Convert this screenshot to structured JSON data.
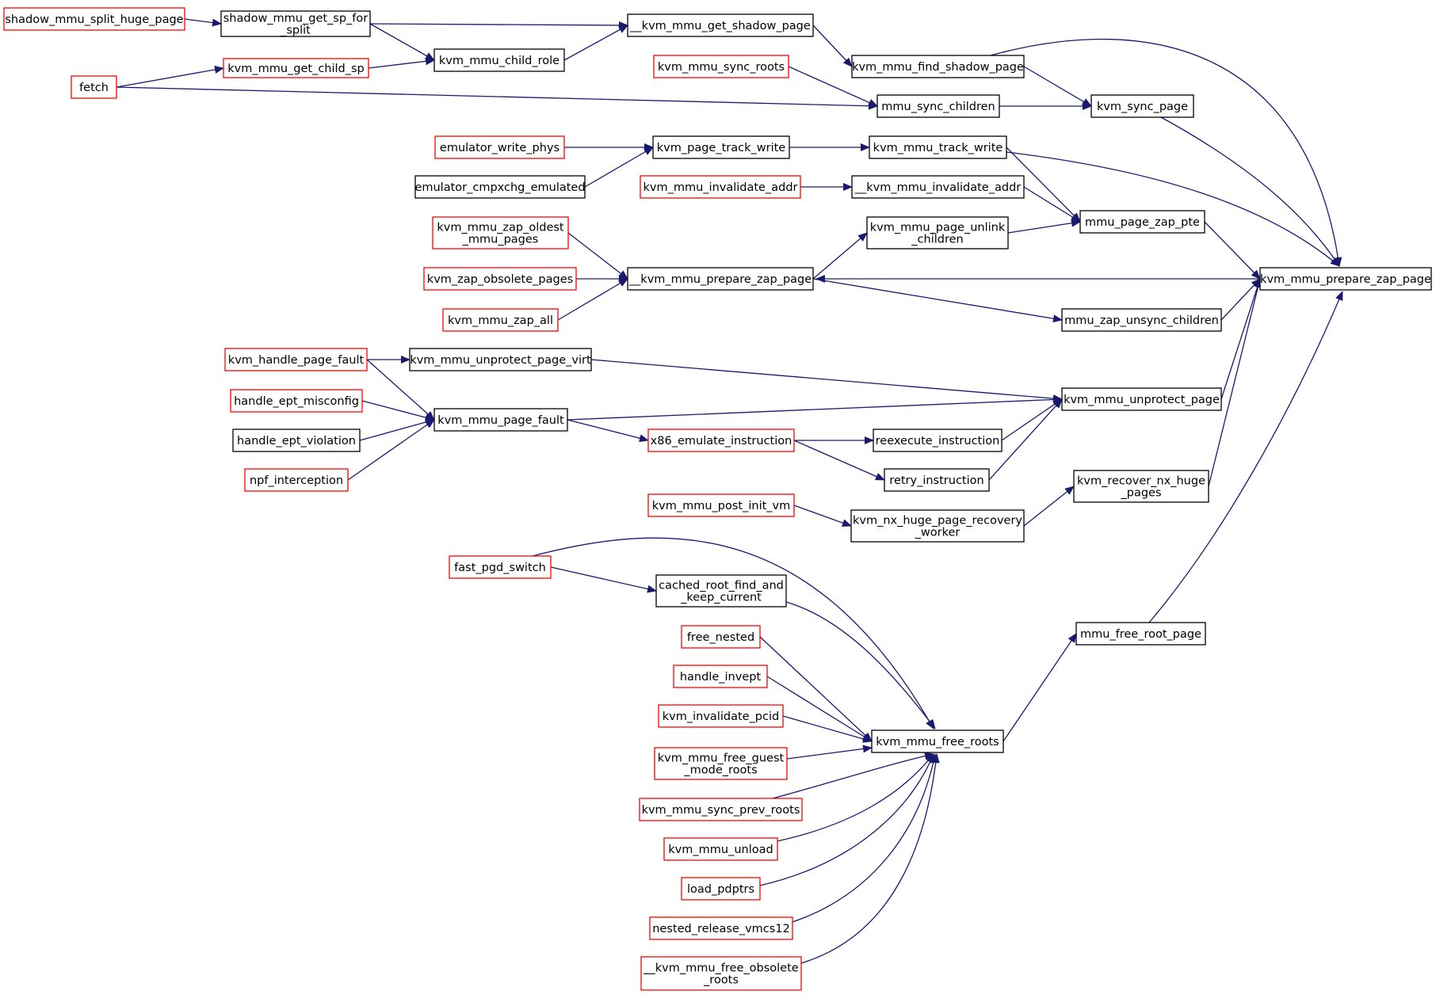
{
  "colors": {
    "edge": "#191970",
    "node_border_default": "#000000",
    "node_border_truncated": "#ff0000",
    "node_fill_focus": "#bfbfbf",
    "node_fill": "#ffffff"
  },
  "nodes": {
    "n_target": {
      "lines": [
        "kvm_mmu_prepare_zap_page"
      ],
      "style": "focus"
    },
    "n_prep_zap": {
      "lines": [
        "__kvm_mmu_prepare_zap_page"
      ],
      "style": "normal"
    },
    "n_get_shadow": {
      "lines": [
        "__kvm_mmu_get_shadow_page"
      ],
      "style": "normal"
    },
    "n_find_shadow": {
      "lines": [
        "kvm_mmu_find_shadow_page"
      ],
      "style": "normal"
    },
    "n_sync_page": {
      "lines": [
        "kvm_sync_page"
      ],
      "style": "normal"
    },
    "n_mmu_sync_children": {
      "lines": [
        "mmu_sync_children"
      ],
      "style": "normal"
    },
    "n_sync_roots": {
      "lines": [
        "kvm_mmu_sync_roots"
      ],
      "style": "truncated"
    },
    "n_sp_for_split": {
      "lines": [
        "shadow_mmu_get_sp_for",
        "_split"
      ],
      "style": "normal"
    },
    "n_split_huge": {
      "lines": [
        "shadow_mmu_split_huge_page"
      ],
      "style": "truncated"
    },
    "n_child_role": {
      "lines": [
        "kvm_mmu_child_role"
      ],
      "style": "normal"
    },
    "n_get_child_sp": {
      "lines": [
        "kvm_mmu_get_child_sp"
      ],
      "style": "truncated"
    },
    "n_fetch": {
      "lines": [
        "fetch"
      ],
      "style": "truncated"
    },
    "n_track_write": {
      "lines": [
        "kvm_mmu_track_write"
      ],
      "style": "normal"
    },
    "n_page_track_write": {
      "lines": [
        "kvm_page_track_write"
      ],
      "style": "normal"
    },
    "n_emu_write_phys": {
      "lines": [
        "emulator_write_phys"
      ],
      "style": "truncated"
    },
    "n_emu_cmpxchg": {
      "lines": [
        "emulator_cmpxchg_emulated"
      ],
      "style": "normal"
    },
    "n_invalidate_addr2": {
      "lines": [
        "__kvm_mmu_invalidate_addr"
      ],
      "style": "normal"
    },
    "n_invalidate_addr": {
      "lines": [
        "kvm_mmu_invalidate_addr"
      ],
      "style": "truncated"
    },
    "n_zap_pte": {
      "lines": [
        "mmu_page_zap_pte"
      ],
      "style": "normal"
    },
    "n_unlink_children": {
      "lines": [
        "kvm_mmu_page_unlink",
        "_children"
      ],
      "style": "normal"
    },
    "n_zap_oldest": {
      "lines": [
        "kvm_mmu_zap_oldest",
        "_mmu_pages"
      ],
      "style": "truncated"
    },
    "n_zap_obsolete": {
      "lines": [
        "kvm_zap_obsolete_pages"
      ],
      "style": "truncated"
    },
    "n_zap_all": {
      "lines": [
        "kvm_mmu_zap_all"
      ],
      "style": "truncated"
    },
    "n_zap_unsync": {
      "lines": [
        "mmu_zap_unsync_children"
      ],
      "style": "normal"
    },
    "n_unprotect_page": {
      "lines": [
        "kvm_mmu_unprotect_page"
      ],
      "style": "normal"
    },
    "n_unprotect_virt": {
      "lines": [
        "kvm_mmu_unprotect_page_virt"
      ],
      "style": "normal"
    },
    "n_handle_pf": {
      "lines": [
        "kvm_handle_page_fault"
      ],
      "style": "truncated"
    },
    "n_page_fault": {
      "lines": [
        "kvm_mmu_page_fault"
      ],
      "style": "normal"
    },
    "n_ept_misconfig": {
      "lines": [
        "handle_ept_misconfig"
      ],
      "style": "truncated"
    },
    "n_ept_violation": {
      "lines": [
        "handle_ept_violation"
      ],
      "style": "normal"
    },
    "n_npf": {
      "lines": [
        "npf_interception"
      ],
      "style": "truncated"
    },
    "n_x86_emulate": {
      "lines": [
        "x86_emulate_instruction"
      ],
      "style": "truncated"
    },
    "n_reexecute": {
      "lines": [
        "reexecute_instruction"
      ],
      "style": "normal"
    },
    "n_retry": {
      "lines": [
        "retry_instruction"
      ],
      "style": "normal"
    },
    "n_recover_nx": {
      "lines": [
        "kvm_recover_nx_huge",
        "_pages"
      ],
      "style": "normal"
    },
    "n_nx_worker": {
      "lines": [
        "kvm_nx_huge_page_recovery",
        "_worker"
      ],
      "style": "normal"
    },
    "n_post_init": {
      "lines": [
        "kvm_mmu_post_init_vm"
      ],
      "style": "truncated"
    },
    "n_free_root_page": {
      "lines": [
        "mmu_free_root_page"
      ],
      "style": "normal"
    },
    "n_free_roots": {
      "lines": [
        "kvm_mmu_free_roots"
      ],
      "style": "normal"
    },
    "n_fast_pgd": {
      "lines": [
        "fast_pgd_switch"
      ],
      "style": "truncated"
    },
    "n_cached_root": {
      "lines": [
        "cached_root_find_and",
        "_keep_current"
      ],
      "style": "normal"
    },
    "n_free_nested": {
      "lines": [
        "free_nested"
      ],
      "style": "truncated"
    },
    "n_handle_invept": {
      "lines": [
        "handle_invept"
      ],
      "style": "truncated"
    },
    "n_invalidate_pcid": {
      "lines": [
        "kvm_invalidate_pcid"
      ],
      "style": "truncated"
    },
    "n_free_guest_mode": {
      "lines": [
        "kvm_mmu_free_guest",
        "_mode_roots"
      ],
      "style": "truncated"
    },
    "n_sync_prev_roots": {
      "lines": [
        "kvm_mmu_sync_prev_roots"
      ],
      "style": "truncated"
    },
    "n_unload": {
      "lines": [
        "kvm_mmu_unload"
      ],
      "style": "truncated"
    },
    "n_load_pdptrs": {
      "lines": [
        "load_pdptrs"
      ],
      "style": "truncated"
    },
    "n_nested_release": {
      "lines": [
        "nested_release_vmcs12"
      ],
      "style": "truncated"
    },
    "n_free_obsolete": {
      "lines": [
        "__kvm_mmu_free_obsolete",
        "_roots"
      ],
      "style": "truncated"
    }
  },
  "edges": [
    [
      "n_target",
      "n_prep_zap"
    ],
    [
      "n_find_shadow",
      "n_target"
    ],
    [
      "n_sync_page",
      "n_target"
    ],
    [
      "n_track_write",
      "n_target"
    ],
    [
      "n_zap_pte",
      "n_target"
    ],
    [
      "n_zap_unsync",
      "n_target"
    ],
    [
      "n_unprotect_page",
      "n_target"
    ],
    [
      "n_recover_nx",
      "n_target"
    ],
    [
      "n_free_root_page",
      "n_target"
    ],
    [
      "n_get_shadow",
      "n_find_shadow"
    ],
    [
      "n_find_shadow",
      "n_sync_page"
    ],
    [
      "n_mmu_sync_children",
      "n_sync_page"
    ],
    [
      "n_sp_for_split",
      "n_get_shadow"
    ],
    [
      "n_child_role",
      "n_get_shadow"
    ],
    [
      "n_split_huge",
      "n_sp_for_split"
    ],
    [
      "n_sp_for_split",
      "n_child_role"
    ],
    [
      "n_get_child_sp",
      "n_child_role"
    ],
    [
      "n_fetch",
      "n_get_child_sp"
    ],
    [
      "n_sync_roots",
      "n_mmu_sync_children"
    ],
    [
      "n_fetch",
      "n_mmu_sync_children"
    ],
    [
      "n_track_write",
      "n_zap_pte"
    ],
    [
      "n_page_track_write",
      "n_track_write"
    ],
    [
      "n_emu_write_phys",
      "n_page_track_write"
    ],
    [
      "n_emu_cmpxchg",
      "n_page_track_write"
    ],
    [
      "n_invalidate_addr",
      "n_invalidate_addr2"
    ],
    [
      "n_invalidate_addr2",
      "n_zap_pte"
    ],
    [
      "n_unlink_children",
      "n_zap_pte"
    ],
    [
      "n_prep_zap",
      "n_unlink_children"
    ],
    [
      "n_zap_oldest",
      "n_prep_zap"
    ],
    [
      "n_zap_obsolete",
      "n_prep_zap"
    ],
    [
      "n_zap_all",
      "n_prep_zap"
    ],
    [
      "n_prep_zap",
      "n_zap_unsync"
    ],
    [
      "n_handle_pf",
      "n_unprotect_virt"
    ],
    [
      "n_unprotect_virt",
      "n_unprotect_page"
    ],
    [
      "n_page_fault",
      "n_unprotect_page"
    ],
    [
      "n_reexecute",
      "n_unprotect_page"
    ],
    [
      "n_retry",
      "n_unprotect_page"
    ],
    [
      "n_handle_pf",
      "n_page_fault"
    ],
    [
      "n_ept_misconfig",
      "n_page_fault"
    ],
    [
      "n_ept_violation",
      "n_page_fault"
    ],
    [
      "n_npf",
      "n_page_fault"
    ],
    [
      "n_page_fault",
      "n_x86_emulate"
    ],
    [
      "n_x86_emulate",
      "n_reexecute"
    ],
    [
      "n_x86_emulate",
      "n_retry"
    ],
    [
      "n_nx_worker",
      "n_recover_nx"
    ],
    [
      "n_post_init",
      "n_nx_worker"
    ],
    [
      "n_free_roots",
      "n_free_root_page"
    ],
    [
      "n_fast_pgd",
      "n_cached_root"
    ],
    [
      "n_fast_pgd",
      "n_free_roots"
    ],
    [
      "n_cached_root",
      "n_free_roots"
    ],
    [
      "n_free_nested",
      "n_free_roots"
    ],
    [
      "n_handle_invept",
      "n_free_roots"
    ],
    [
      "n_invalidate_pcid",
      "n_free_roots"
    ],
    [
      "n_free_guest_mode",
      "n_free_roots"
    ],
    [
      "n_sync_prev_roots",
      "n_free_roots"
    ],
    [
      "n_unload",
      "n_free_roots"
    ],
    [
      "n_load_pdptrs",
      "n_free_roots"
    ],
    [
      "n_nested_release",
      "n_free_roots"
    ],
    [
      "n_free_obsolete",
      "n_free_roots"
    ]
  ]
}
